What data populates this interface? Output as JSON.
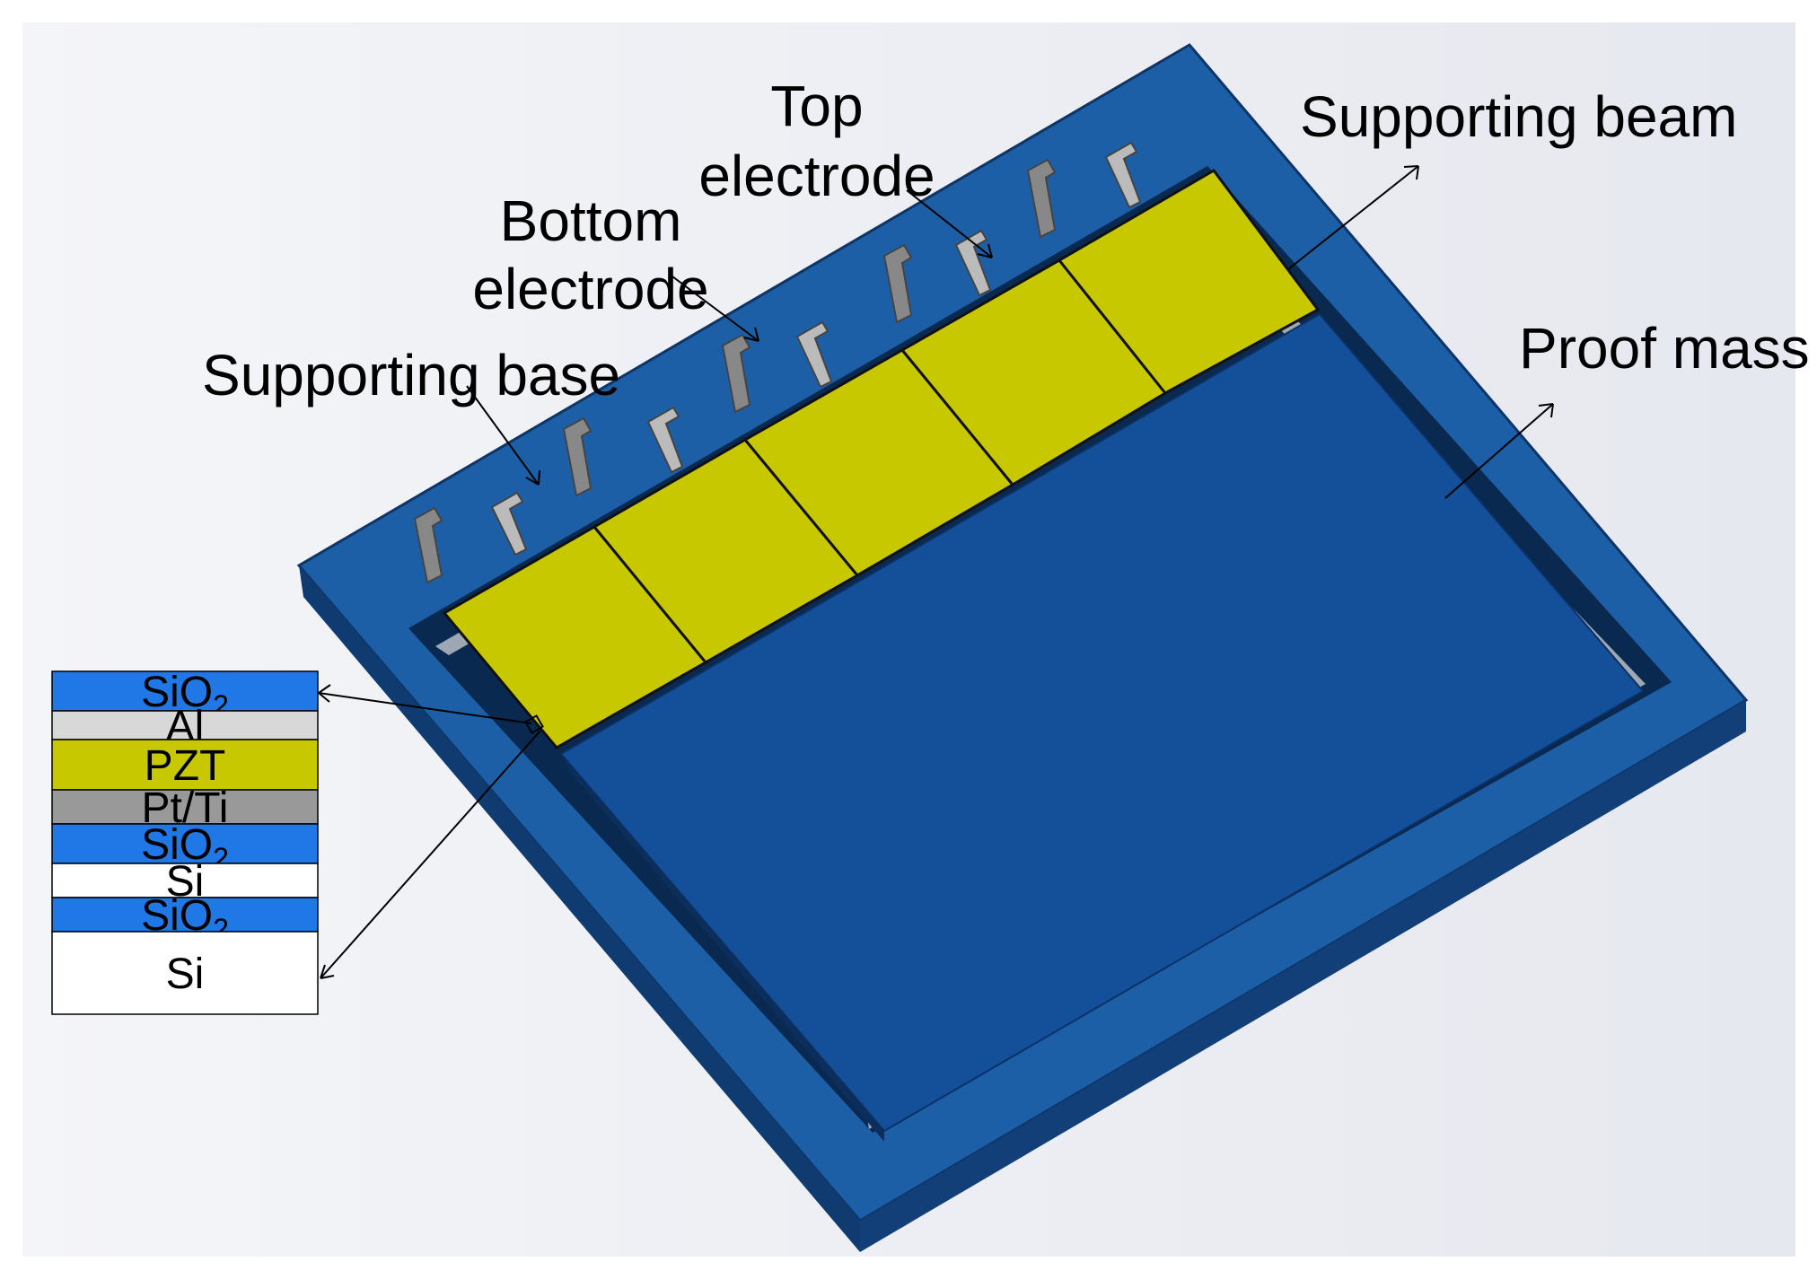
{
  "labels": {
    "top_electrode_line1": "Top",
    "top_electrode_line2": "electrode",
    "supporting_beam": "Supporting beam",
    "bottom_electrode_line1": "Bottom",
    "bottom_electrode_line2": "electrode",
    "supporting_base": "Supporting base",
    "proof_mass": "Proof mass"
  },
  "layers": [
    {
      "name": "SiO",
      "sub": "2",
      "color": "#1f78e6"
    },
    {
      "name": "Al",
      "sub": "",
      "color": "#d8d8d8"
    },
    {
      "name": "PZT",
      "sub": "",
      "color": "#c8c800"
    },
    {
      "name": "Pt/Ti",
      "sub": "",
      "color": "#999999"
    },
    {
      "name": "SiO",
      "sub": "2",
      "color": "#1f78e6"
    },
    {
      "name": "Si",
      "sub": "",
      "color": "#ffffff"
    },
    {
      "name": "SiO",
      "sub": "2",
      "color": "#1f78e6"
    },
    {
      "name": "Si",
      "sub": "",
      "color": "#ffffff"
    }
  ],
  "colors": {
    "frame": "#1d5fa6",
    "frame_dark": "#0f3b70",
    "proof_mass": "#14509a",
    "pzt": "#c8c800",
    "electrode": "#888888",
    "gap": "#0a2950"
  }
}
